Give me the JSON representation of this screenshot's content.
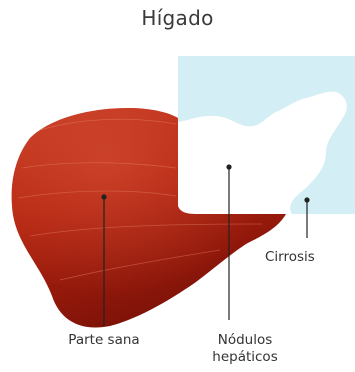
{
  "title": "Hígado",
  "labels": {
    "parte_sana": "Parte sana",
    "nodulos_line1": "Nódulos",
    "nodulos_line2": "hepáticos",
    "cirrosis": "Cirrosis"
  },
  "colors": {
    "liver_dark": "#7e1208",
    "liver_mid": "#b3230f",
    "liver_light": "#c63a22",
    "cirrosis_panel": "#d4eef5",
    "leader_line": "#222222"
  }
}
